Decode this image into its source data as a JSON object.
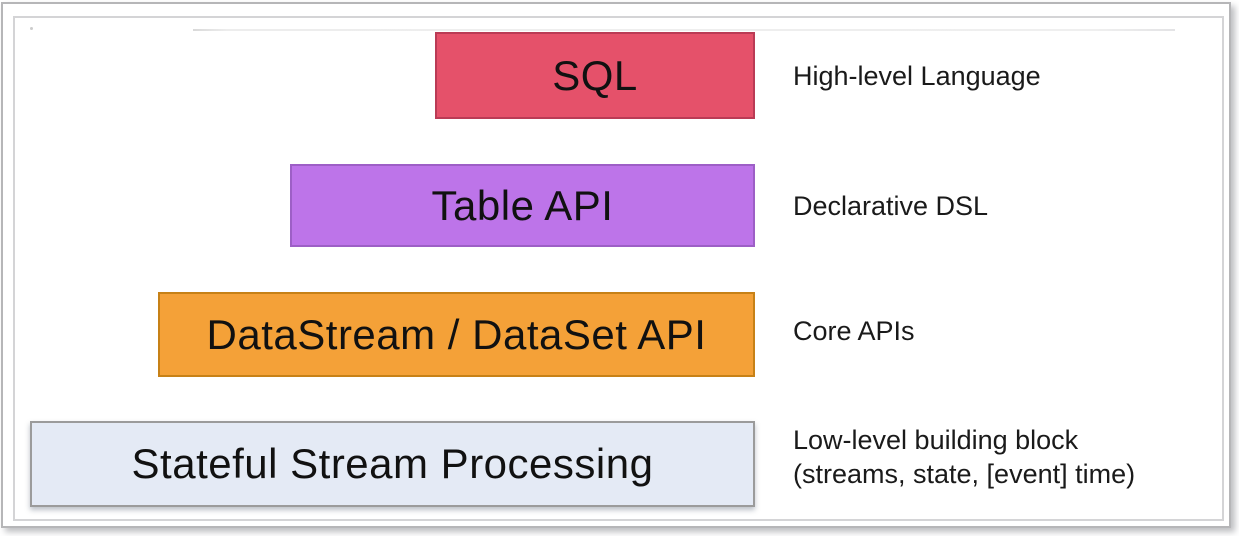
{
  "diagram": {
    "kind": "layered-api-stack",
    "text_color": "#111111",
    "layers": [
      {
        "id": "sql",
        "label": "SQL",
        "annotation": "High-level Language",
        "fill": "#E5516A",
        "border": "#BA3B55"
      },
      {
        "id": "table-api",
        "label": "Table API",
        "annotation": "Declarative DSL",
        "fill": "#BD74E9",
        "border": "#9D5FC6"
      },
      {
        "id": "datastream-dataset-api",
        "label": "DataStream / DataSet API",
        "annotation": "Core APIs",
        "fill": "#F4A138",
        "border": "#C78117"
      },
      {
        "id": "stateful-stream-processing",
        "label": "Stateful Stream Processing",
        "annotation_line1": "Low-level building block",
        "annotation_line2": "(streams, state, [event] time)",
        "fill": "#E4EAF5",
        "border": "#9B9B9B"
      }
    ]
  }
}
